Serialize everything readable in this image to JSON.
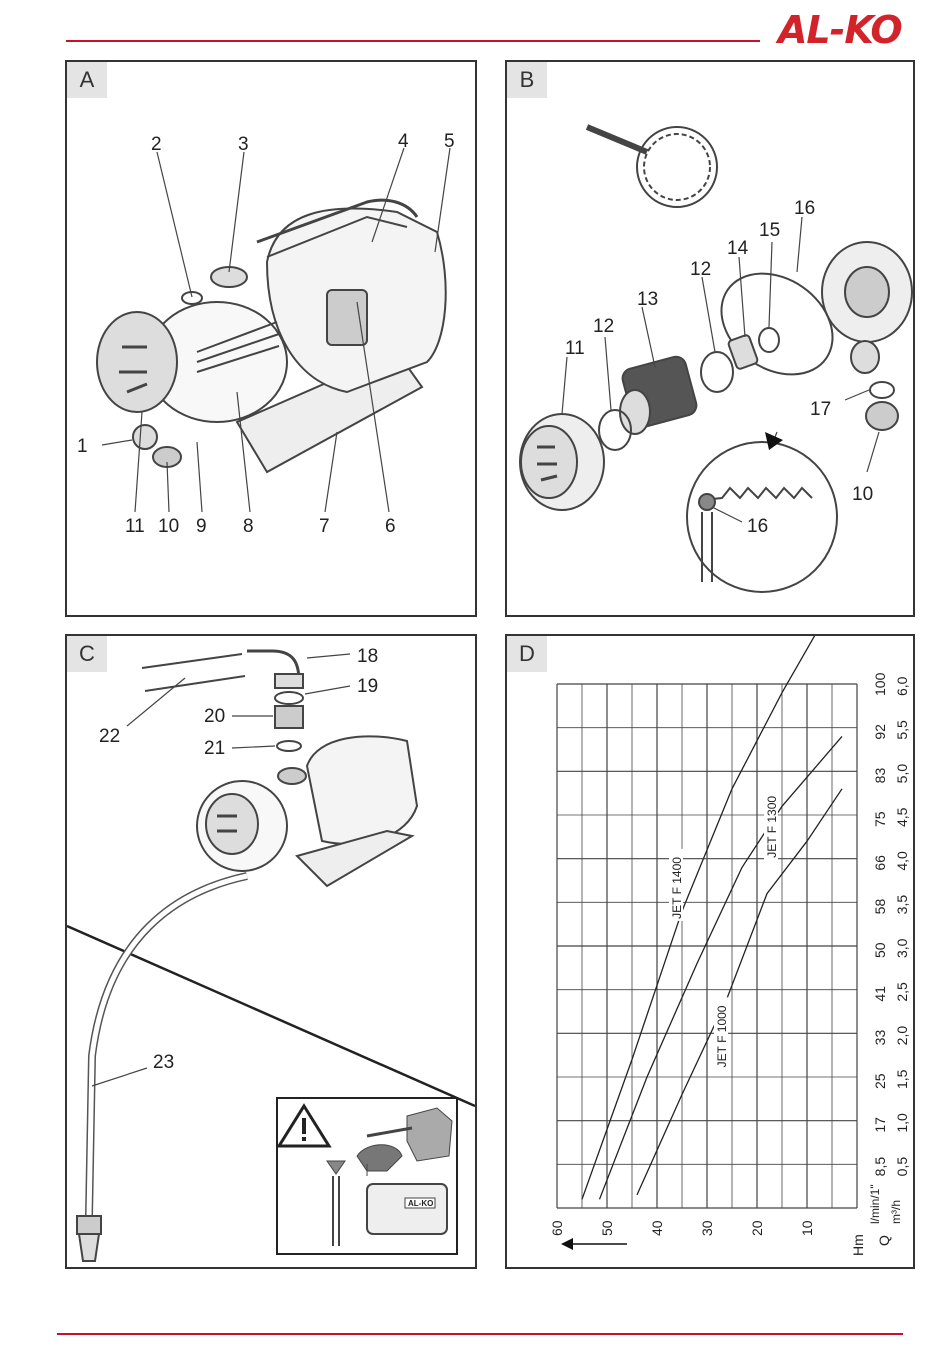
{
  "brand": {
    "logo_text": "AL-KO",
    "accent_color": "#d2232a"
  },
  "panels": {
    "a": {
      "letter": "A",
      "callouts": [
        "1",
        "2",
        "3",
        "4",
        "5",
        "6",
        "7",
        "8",
        "9",
        "10",
        "11"
      ]
    },
    "b": {
      "letter": "B",
      "callouts": [
        "10",
        "11",
        "12",
        "12",
        "13",
        "14",
        "15",
        "16",
        "16",
        "17"
      ]
    },
    "c": {
      "letter": "C",
      "callouts": [
        "18",
        "19",
        "20",
        "21",
        "22",
        "23"
      ],
      "warning_icon": "warning-triangle-icon",
      "pump_badge": "AL-KO"
    },
    "d": {
      "letter": "D"
    }
  },
  "chart_data": {
    "type": "line",
    "title": "",
    "x_axis_label": "Hm",
    "x_ticks": [
      60,
      50,
      40,
      30,
      20,
      10
    ],
    "x_reversed": true,
    "y_axis_q_label": "Q",
    "y_unit_lpm": "l/min/1\"",
    "y_unit_m3h": "m³/h",
    "y_ticks_lpm": [
      "8,5",
      "17",
      "25",
      "33",
      "41",
      "50",
      "58",
      "66",
      "75",
      "83",
      "92",
      "100"
    ],
    "y_ticks_m3h": [
      "0,5",
      "1,0",
      "1,5",
      "2,0",
      "2,5",
      "3,0",
      "3,5",
      "4,0",
      "4,5",
      "5,0",
      "5,5",
      "6,0"
    ],
    "grid": true,
    "series": [
      {
        "name": "JET F 1400",
        "points": [
          [
            55,
            0.1
          ],
          [
            45,
            1.7
          ],
          [
            35,
            3.4
          ],
          [
            25,
            4.8
          ],
          [
            15,
            5.9
          ],
          [
            7,
            6.7
          ]
        ]
      },
      {
        "name": "JET F 1300",
        "points": [
          [
            51.5,
            0.1
          ],
          [
            42,
            1.5
          ],
          [
            32,
            2.8
          ],
          [
            23,
            3.9
          ],
          [
            15,
            4.6
          ],
          [
            3,
            5.4
          ]
        ]
      },
      {
        "name": "JET F 1000",
        "points": [
          [
            44,
            0.15
          ],
          [
            35,
            1.3
          ],
          [
            26,
            2.4
          ],
          [
            18,
            3.6
          ],
          [
            10,
            4.2
          ],
          [
            3,
            4.8
          ]
        ]
      }
    ]
  }
}
